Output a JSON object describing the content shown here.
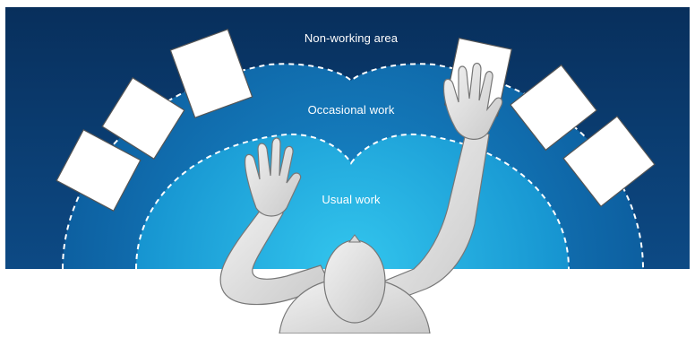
{
  "diagram": {
    "zones": {
      "non_working": "Non-working area",
      "occasional": "Occasional work",
      "usual": "Usual work"
    },
    "colors": {
      "non_working_area": "#0b3a6e",
      "occasional_area": "#0f6fb3",
      "usual_area": "#1ea6d8",
      "boundary_line": "#ffffff",
      "paper": "#ffffff",
      "worker_figure": "#e6e6e6"
    },
    "icons": [
      "paper-sheet-icon",
      "worker-figure-icon",
      "hand-icon"
    ]
  }
}
